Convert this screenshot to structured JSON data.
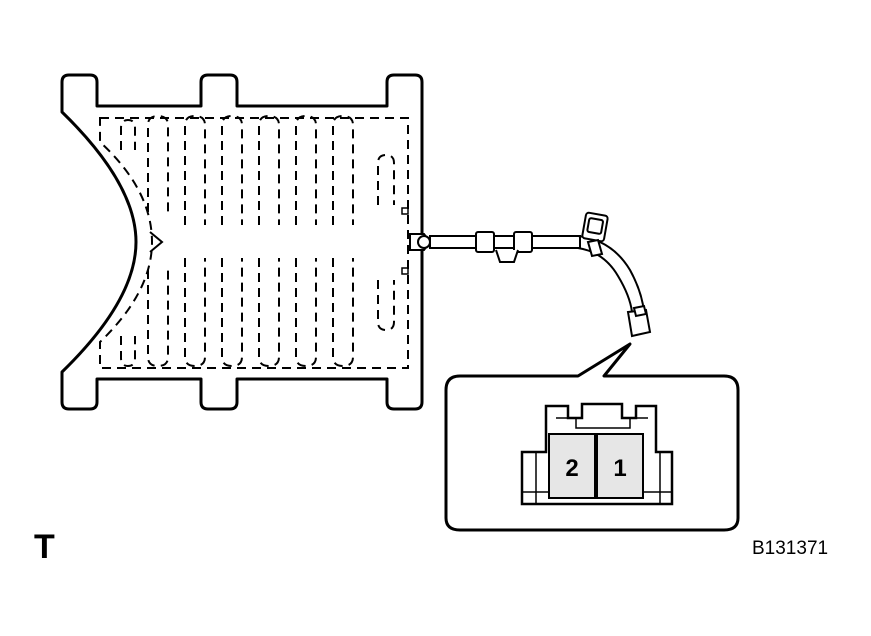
{
  "colors": {
    "stroke": "#000000",
    "background": "#ffffff",
    "terminal_fill": "#e6e6e6",
    "callout_fill": "#ffffff"
  },
  "corner_mark": "T",
  "figure_code": "B131371",
  "connector": {
    "terminals": [
      {
        "number": "2"
      },
      {
        "number": "1"
      }
    ]
  }
}
